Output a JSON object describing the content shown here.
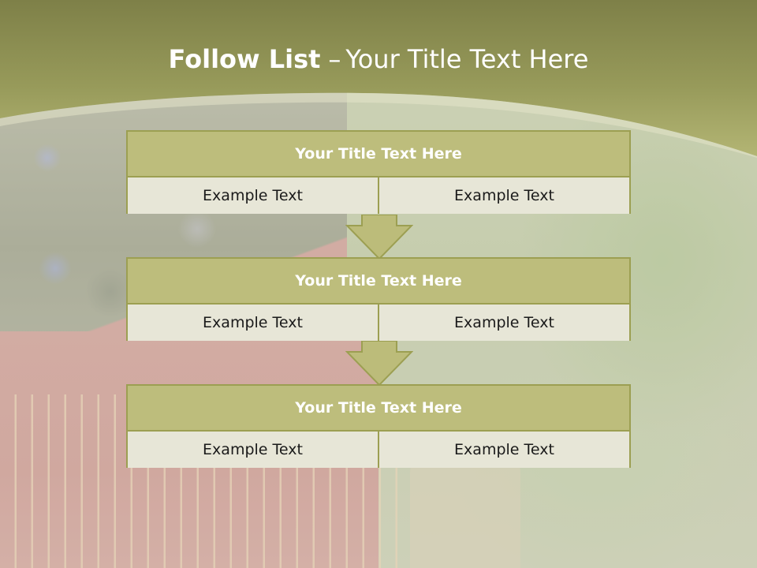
{
  "slide": {
    "title_bold": "Follow List",
    "title_dash": "–",
    "title_rest": "Your Title Text Here"
  },
  "colors": {
    "header_band": "#8a8b52",
    "box_border": "#9c9f52",
    "box_header": "#bdbd7c",
    "cell_background": "#e7e6d7",
    "arrow_fill": "#bcbc7a"
  },
  "blocks": [
    {
      "title": "Your Title Text Here",
      "cells": [
        "Example Text",
        "Example Text"
      ]
    },
    {
      "title": "Your Title Text Here",
      "cells": [
        "Example Text",
        "Example Text"
      ]
    },
    {
      "title": "Your Title Text Here",
      "cells": [
        "Example Text",
        "Example Text"
      ]
    }
  ],
  "connectors": [
    {
      "icon": "down-arrow-icon"
    },
    {
      "icon": "down-arrow-icon"
    }
  ]
}
